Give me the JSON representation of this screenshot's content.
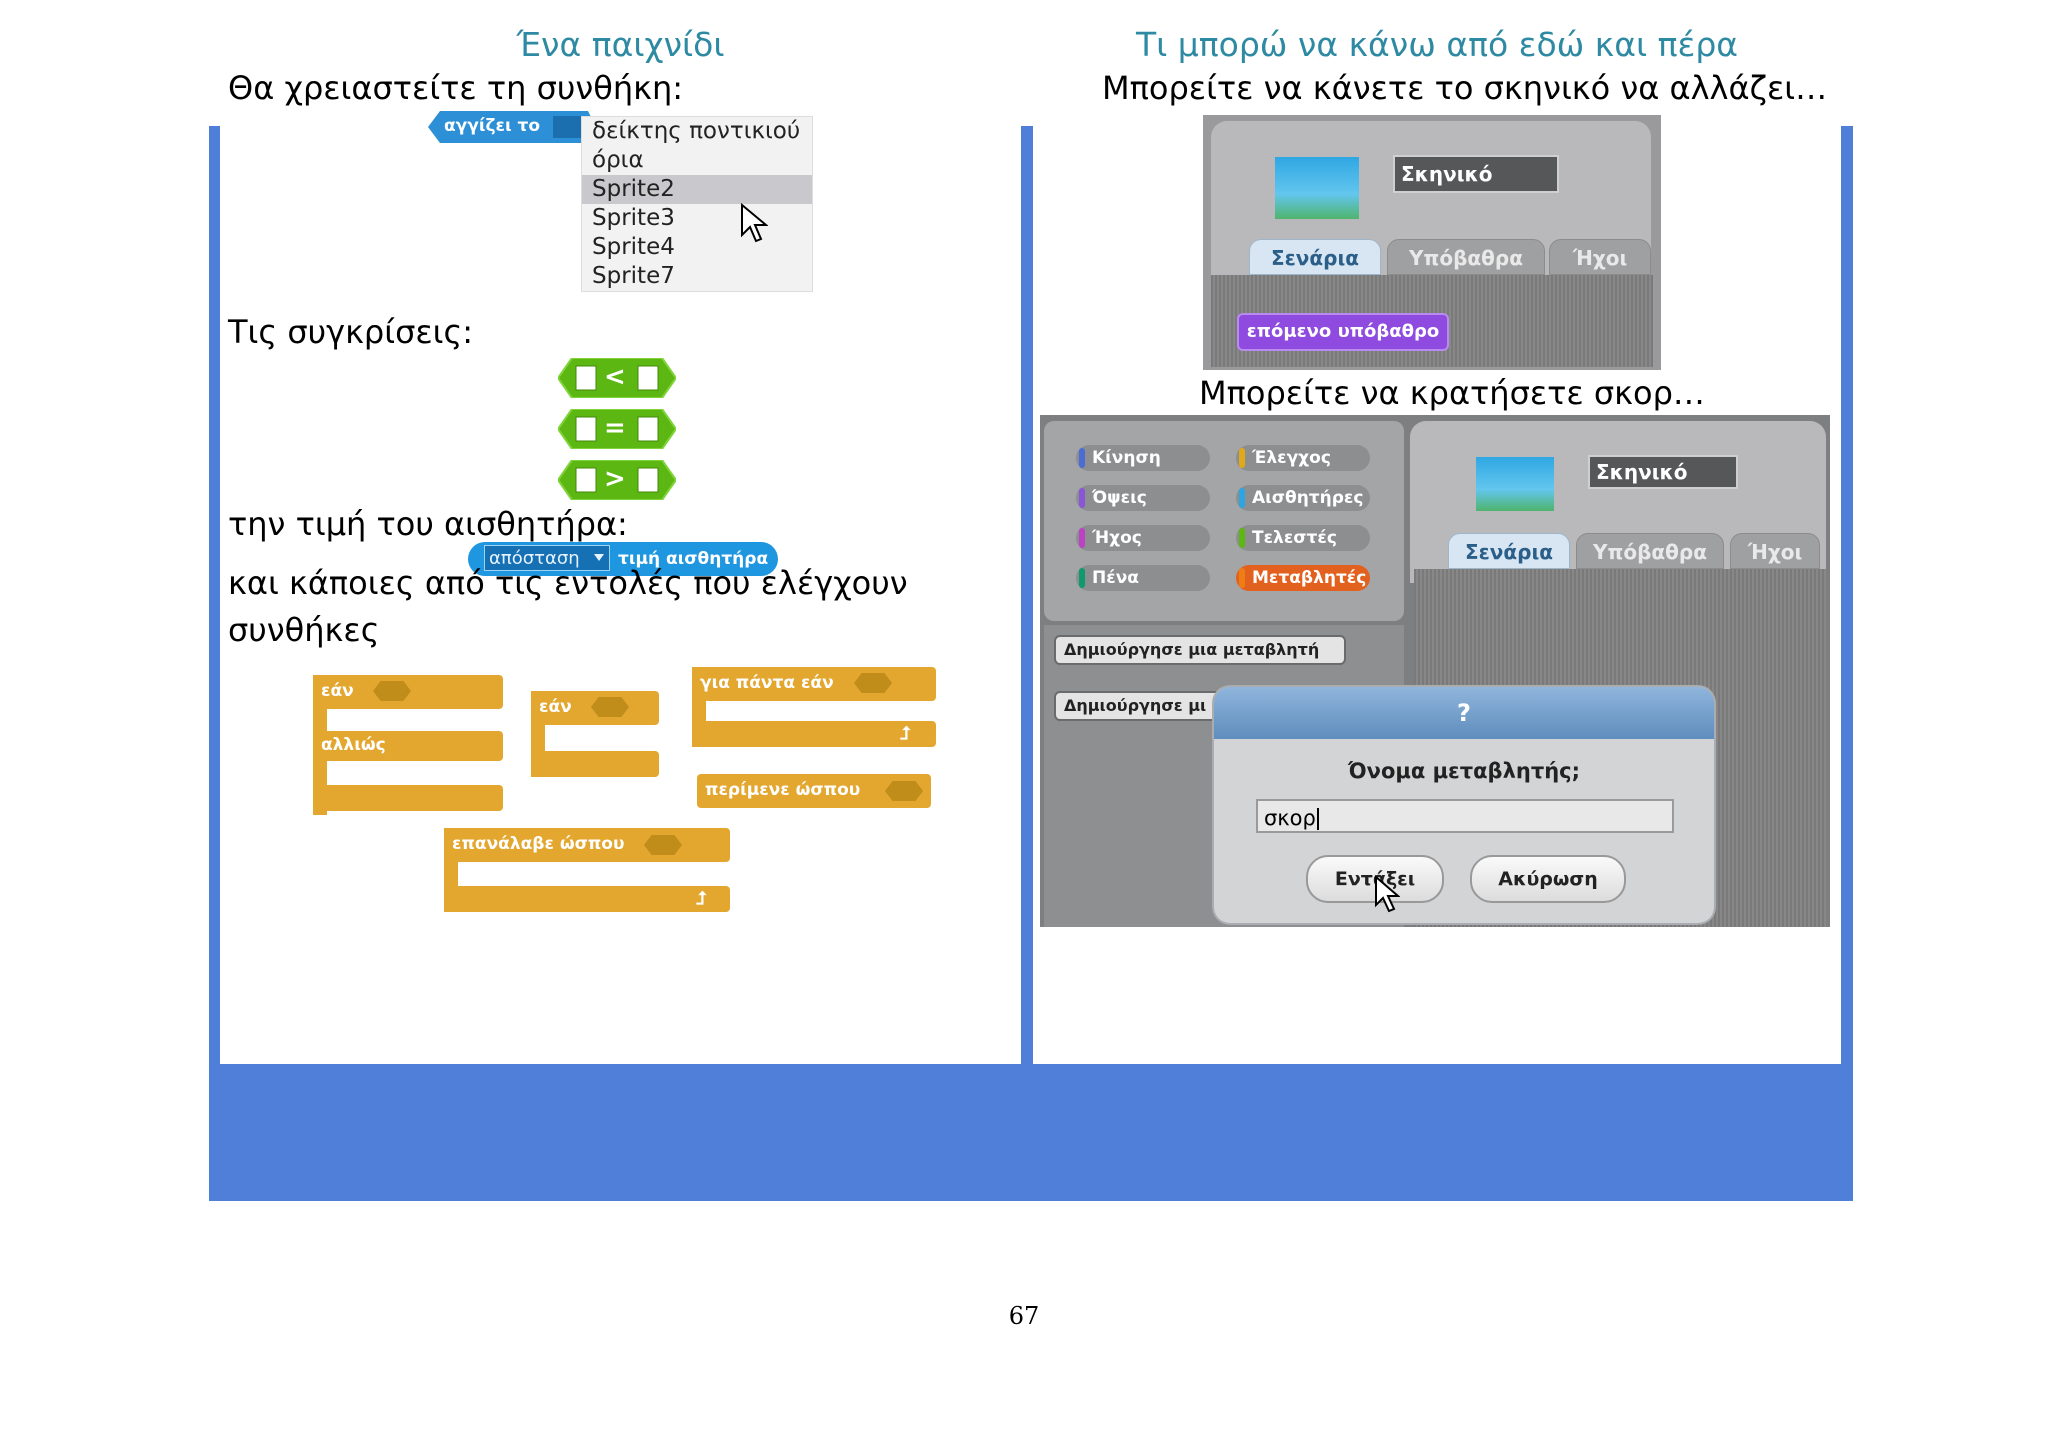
{
  "page_number": "67",
  "left": {
    "title": "Ένα παιχνίδι",
    "need_condition": "Θα χρειαστείτε τη συνθήκη:",
    "touching_block": "αγγίζει το",
    "touching_menu": [
      "δείκτης ποντικιού",
      "όρια",
      "Sprite2",
      "Sprite3",
      "Sprite4",
      "Sprite7"
    ],
    "touching_selected": "Sprite2",
    "comparisons_label": "Τις συγκρίσεις:",
    "comparisons": [
      "<",
      "=",
      ">"
    ],
    "sensor_label": "την τιμή του αισθητήρα:",
    "sensor_dropdown": "απόσταση",
    "sensor_block": "τιμή αισθητήρα",
    "commands_line1": "και κάποιες από τις εντολές που ελέγχουν",
    "commands_line2": "συνθήκες",
    "blocks": {
      "if": "εάν",
      "else": "αλλιώς",
      "if_short": "εάν",
      "forever_if": "για πάντα εάν",
      "wait_until": "περίμενε ώσπου",
      "repeat_until": "επανάλαβε ώσπου"
    }
  },
  "right": {
    "title": "Τι μπορώ να κάνω από εδώ και πέρα",
    "backdrop_text": "Μπορείτε να κάνετε το σκηνικό να αλλάζει…",
    "stage_name": "Σκηνικό",
    "tabs": [
      "Σενάρια",
      "Υπόβαθρα",
      "Ήχοι"
    ],
    "next_backdrop_block": "επόμενο υπόβαθρο",
    "score_text": "Μπορείτε να κρατήσετε σκορ…",
    "categories": [
      "Κίνηση",
      "Έλεγχος",
      "Όψεις",
      "Αισθητήρες",
      "Ήχος",
      "Τελεστές",
      "Πένα",
      "Μεταβλητές"
    ],
    "category_colors": [
      "#4a6cd4",
      "#e1a91a",
      "#8a55d7",
      "#2ca5e2",
      "#bb42c3",
      "#5cb712",
      "#0e9a6c",
      "#ee7d16"
    ],
    "active_category": "Μεταβλητές",
    "make_variable": "Δημιούργησε μια μεταβλητή",
    "make_variable_partial": "Δημιούργησε μι",
    "dialog": {
      "title": "?",
      "question": "Όνομα μεταβλητής;",
      "input_value": "σκορ",
      "ok": "Εντάξει",
      "cancel": "Ακύρωση"
    }
  },
  "colors": {
    "frame": "#4f7fd9",
    "title": "#2e8aa3",
    "control_block": "#e3a72f",
    "sensing_block": "#2d8fd6",
    "operator_block": "#5cb712",
    "looks_block": "#8f4be0"
  }
}
